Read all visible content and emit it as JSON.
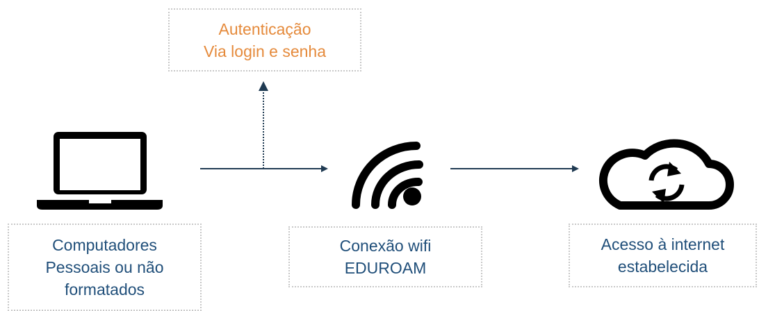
{
  "auth": {
    "lines": [
      "Autenticação",
      "Via login e senha"
    ]
  },
  "computers": {
    "lines": [
      "Computadores",
      "Pessoais ou não",
      "formatados"
    ]
  },
  "wifi": {
    "lines": [
      "Conexão wifi",
      "EDUROAM"
    ]
  },
  "internet": {
    "lines": [
      "Acesso à internet",
      "estabelecida"
    ]
  },
  "icons": {
    "computer": "laptop-icon",
    "wifi": "wifi-icon",
    "internet": "cloud-sync-icon"
  },
  "colors": {
    "text_blue": "#1f4e79",
    "text_orange": "#e58a3b",
    "arrow": "#1f3a52",
    "icon": "#000000",
    "box_border": "#c8c8c8"
  }
}
